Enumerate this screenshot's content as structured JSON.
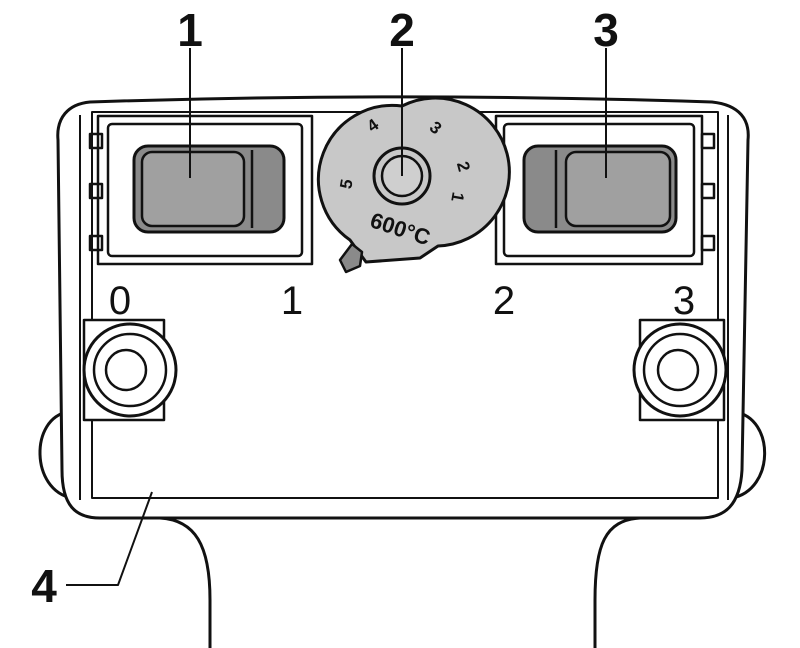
{
  "callouts": {
    "c1": "1",
    "c2": "2",
    "c3": "3",
    "c4": "4"
  },
  "switch_positions": {
    "left_off": "0",
    "left_on": "1",
    "right_low": "2",
    "right_high": "3"
  },
  "dial": {
    "scale_a": "5",
    "scale_b": "4",
    "scale_c": "3",
    "scale_d": "2",
    "scale_e": "1",
    "temperature": "600°C"
  }
}
